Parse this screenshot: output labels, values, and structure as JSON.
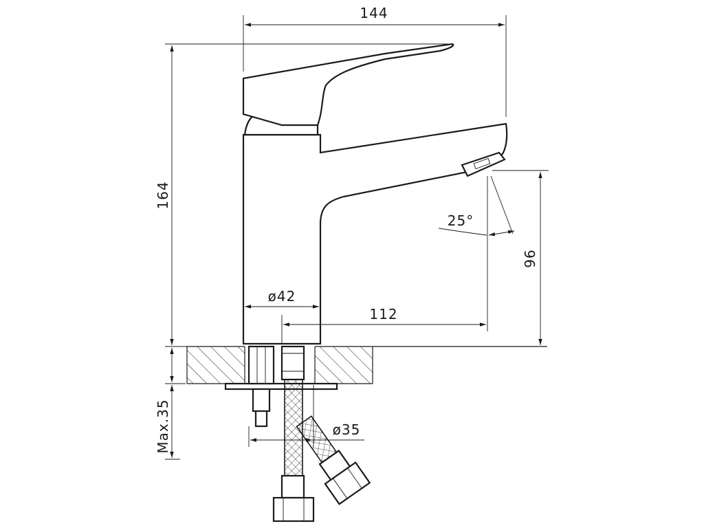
{
  "dimensions": {
    "width_label": "144",
    "height_label": "164",
    "spout_height_label": "96",
    "angle_label": "25°",
    "body_diameter_label": "ø42",
    "spout_reach_label": "112",
    "hole_diameter_label": "ø35",
    "max_thickness_label": "Max.35"
  },
  "colors": {
    "ink": "#1a1a1a",
    "background": "#ffffff"
  }
}
